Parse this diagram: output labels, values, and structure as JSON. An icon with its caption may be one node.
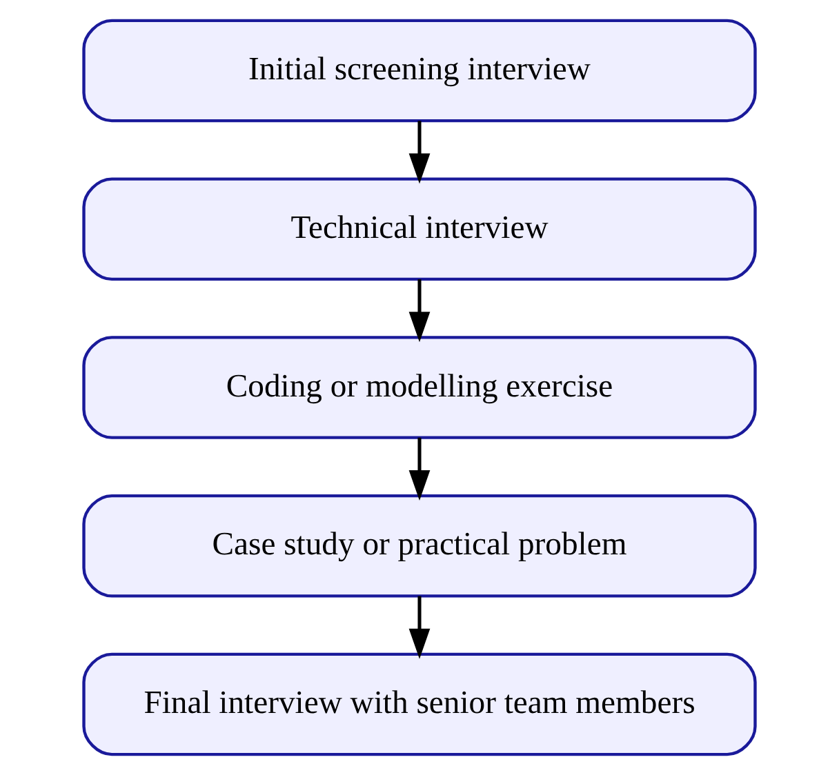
{
  "diagram": {
    "nodes": [
      {
        "text": [
          "Initial screening interview"
        ]
      },
      {
        "text": [
          "Technical interview"
        ]
      },
      {
        "text": [
          "Coding or modelling exercise"
        ]
      },
      {
        "text": [
          "Case study or practical problem"
        ]
      },
      {
        "text": [
          "Final interview with senior team members"
        ]
      }
    ],
    "edges": [
      {
        "from": 0,
        "to": 1,
        "arrow": "to"
      },
      {
        "from": 1,
        "to": 2,
        "arrow": "to"
      },
      {
        "from": 2,
        "to": 3,
        "arrow": "to"
      },
      {
        "from": 3,
        "to": 4,
        "arrow": "to"
      }
    ]
  }
}
